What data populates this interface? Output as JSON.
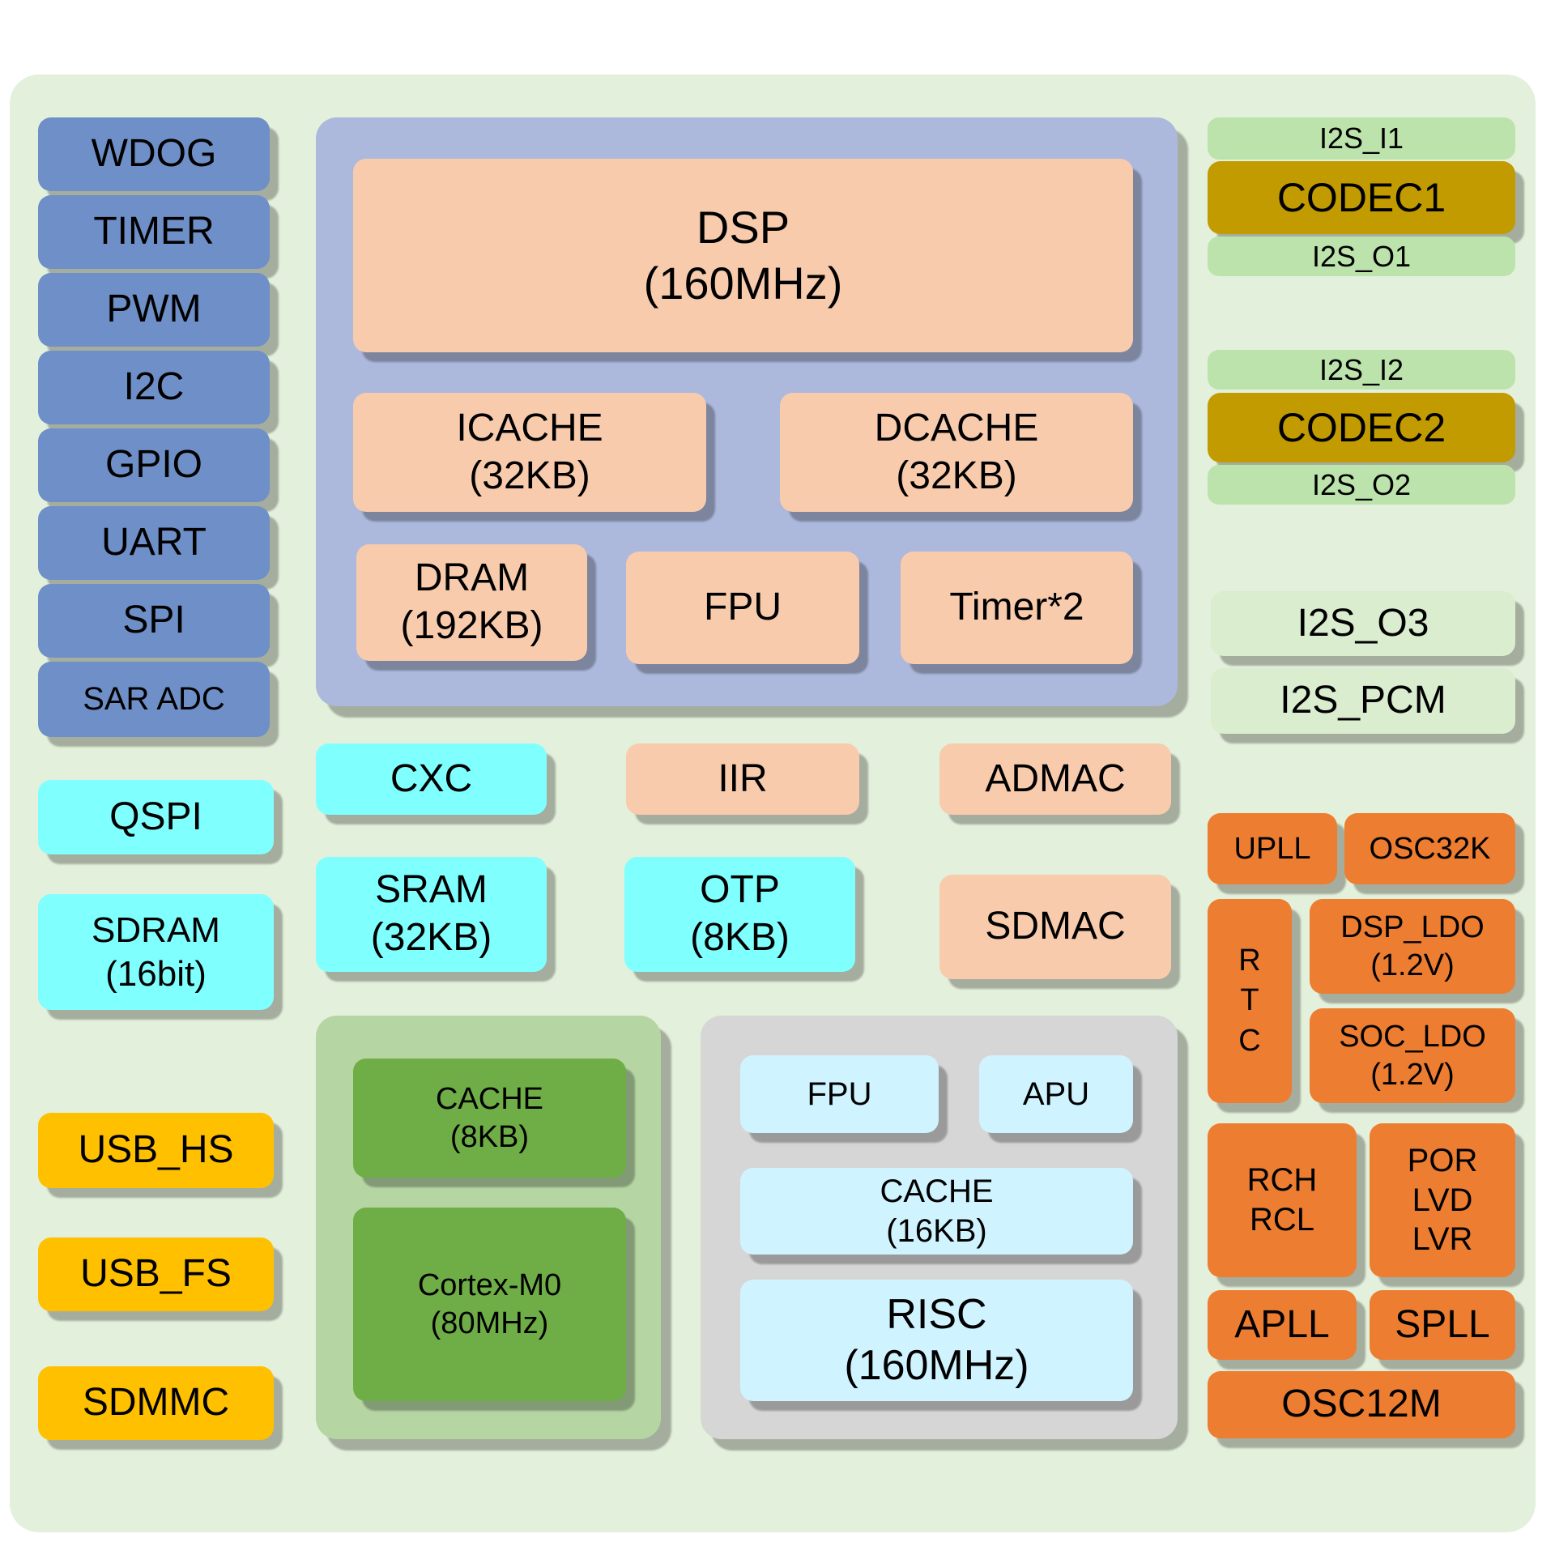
{
  "palette": {
    "canvas_bg": "#E3F0DB",
    "peripheral_blue": "#6E8FC7",
    "memory_cyan": "#80FFFF",
    "usb_gold": "#FFC000",
    "dsp_peach": "#F8CBAD",
    "dsp_container_blue": "#ACB8DC",
    "m0_container_green": "#B5D6A3",
    "m0_block_green": "#6FAD47",
    "risc_container_gray": "#D6D6D6",
    "risc_block_pale_cyan": "#CFF4FF",
    "i2s_pill_green": "#BCE3AC",
    "i2s_block_pale_green": "#DAEDCF",
    "codec_olive": "#C29B00",
    "power_orange": "#ED7D31"
  },
  "left_column": {
    "peripherals": [
      "WDOG",
      "TIMER",
      "PWM",
      "I2C",
      "GPIO",
      "UART",
      "SPI",
      "SAR ADC"
    ],
    "qspi": "QSPI",
    "sdram": {
      "line1": "SDRAM",
      "line2": "(16bit)"
    },
    "usb_hs": "USB_HS",
    "usb_fs": "USB_FS",
    "sdmmc": "SDMMC"
  },
  "dsp_cluster": {
    "dsp": {
      "line1": "DSP",
      "line2": "(160MHz)"
    },
    "icache": {
      "line1": "ICACHE",
      "line2": "(32KB)"
    },
    "dcache": {
      "line1": "DCACHE",
      "line2": "(32KB)"
    },
    "dram": {
      "line1": "DRAM",
      "line2": "(192KB)"
    },
    "fpu": "FPU",
    "timer": "Timer*2"
  },
  "middle": {
    "cxc": "CXC",
    "iir": "IIR",
    "admac": "ADMAC",
    "sram": {
      "line1": "SRAM",
      "line2": "(32KB)"
    },
    "otp": {
      "line1": "OTP",
      "line2": "(8KB)"
    },
    "sdmac": "SDMAC"
  },
  "m0_cluster": {
    "cache": {
      "line1": "CACHE",
      "line2": "(8KB)"
    },
    "core": {
      "line1": "Cortex-M0",
      "line2": "(80MHz)"
    }
  },
  "risc_cluster": {
    "fpu": "FPU",
    "apu": "APU",
    "cache": {
      "line1": "CACHE",
      "line2": "(16KB)"
    },
    "risc": {
      "line1": "RISC",
      "line2": "(160MHz)"
    }
  },
  "audio_right": {
    "i2s_i1": "I2S_I1",
    "codec1": "CODEC1",
    "i2s_o1": "I2S_O1",
    "i2s_i2": "I2S_I2",
    "codec2": "CODEC2",
    "i2s_o2": "I2S_O2",
    "i2s_o3": "I2S_O3",
    "i2s_pcm": "I2S_PCM"
  },
  "power_right": {
    "upll": "UPLL",
    "osc32k": "OSC32K",
    "rtc": {
      "line1": "R",
      "line2": "T",
      "line3": "C"
    },
    "dsp_ldo": {
      "line1": "DSP_LDO",
      "line2": "(1.2V)"
    },
    "soc_ldo": {
      "line1": "SOC_LDO",
      "line2": "(1.2V)"
    },
    "rch_rcl": {
      "line1": "RCH",
      "line2": "RCL"
    },
    "por_lvd_lvr": {
      "line1": "POR",
      "line2": "LVD",
      "line3": "LVR"
    },
    "apll": "APLL",
    "spll": "SPLL",
    "osc12m": "OSC12M"
  }
}
